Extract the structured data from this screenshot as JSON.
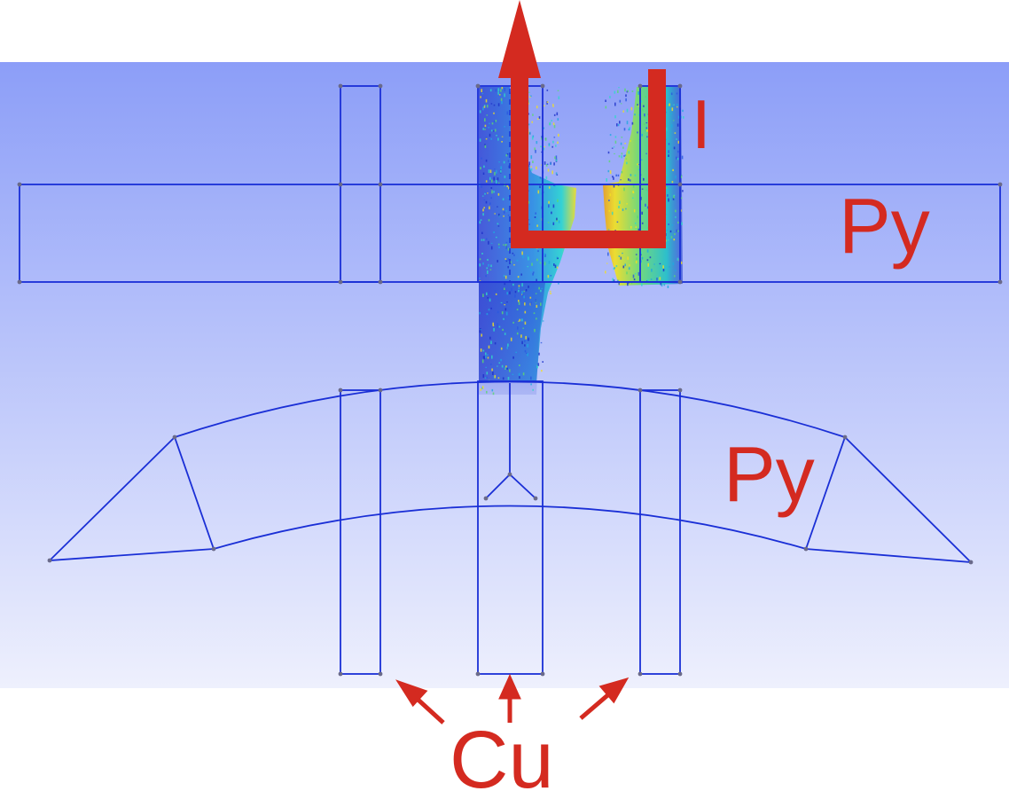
{
  "labels": {
    "current": "I",
    "py_top": "Py",
    "py_bottom": "Py",
    "cu": "Cu"
  },
  "colors": {
    "background_top": "#8c9ef8",
    "background_bottom": "#eef0fd",
    "mesh_wire": "#1a2fd6",
    "label_red": "#d42a20",
    "current_vectors_low": "#2a3fd0",
    "current_vectors_mid": "#28d6d0",
    "current_vectors_high": "#f2e020"
  },
  "icons": {
    "current_arrow": "arrow-up-icon",
    "pointer_arrows": "arrow-icon"
  }
}
